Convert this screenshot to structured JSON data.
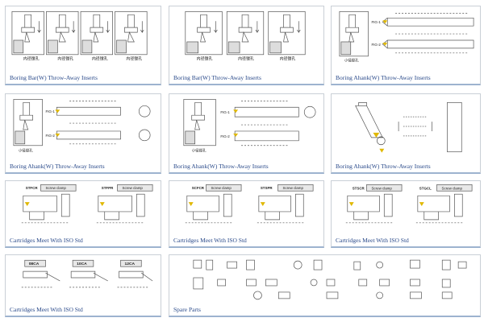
{
  "accent_color": "#2a4a8a",
  "cards": [
    {
      "caption": "Boring Bar(W) Throw-Away Inserts",
      "labels": [
        "内径镗孔",
        "内径镗孔",
        "内径镗孔",
        "内径镗孔"
      ]
    },
    {
      "caption": "Boring Bar(W) Throw-Away Inserts",
      "labels": [
        "内径镗孔",
        "内径镗孔",
        "内径镗孔"
      ]
    },
    {
      "caption": "Boring Ahank(W) Throw-Away Inserts",
      "labels": [
        "小径镗孔",
        "FIG-1",
        "FIG-2"
      ]
    },
    {
      "caption": "Boring Ahank(W) Throw-Away Inserts",
      "labels": [
        "小径镗孔",
        "FIG-1",
        "FIG-2"
      ]
    },
    {
      "caption": "Boring Ahank(W) Throw-Away Inserts",
      "labels": [
        "小径镗孔",
        "FIG-1",
        "FIG-2"
      ]
    },
    {
      "caption": "Boring Ahank(W) Throw-Away Inserts",
      "labels": []
    },
    {
      "caption": "Cartridges Meet With ISO Std",
      "labels": [
        "STFCR",
        "Screw clamp",
        "STFPR",
        "Screw clamp"
      ]
    },
    {
      "caption": "Cartridges Meet With ISO Std",
      "labels": [
        "SCFCR",
        "Screw clamp",
        "STSPR",
        "Screw clamp"
      ]
    },
    {
      "caption": "Cartridges Meet With ISO Std",
      "labels": [
        "STSCR",
        "Screw clamp",
        "STGCL",
        "Screw clamp"
      ]
    },
    {
      "caption": "Cartridges Meet With ISO Std",
      "labels": [
        "08CA",
        "10CA",
        "12CA"
      ]
    },
    {
      "caption": "Spare Parts",
      "labels": []
    }
  ]
}
